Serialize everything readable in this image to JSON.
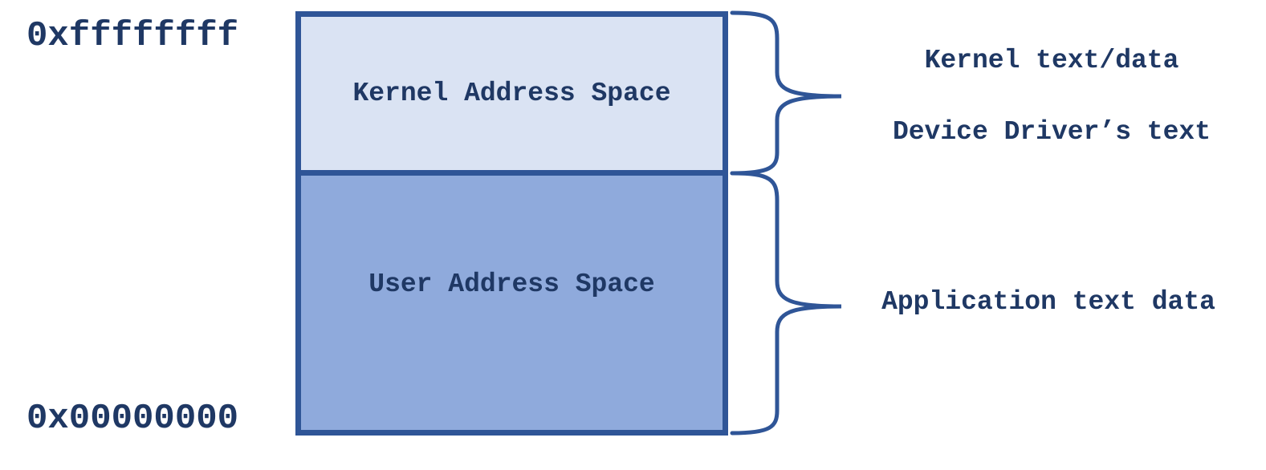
{
  "addresses": {
    "top": "0xffffffff",
    "bottom": "0x00000000"
  },
  "regions": {
    "kernel": "Kernel Address Space",
    "user": "User Address Space"
  },
  "descriptions": {
    "kernel_text": "Kernel text/data",
    "driver_text": "Device Driver’s text",
    "app_text": "Application text data"
  },
  "colors": {
    "border": "#2f5597",
    "kernel_fill": "#dae3f3",
    "user_fill": "#8faadc",
    "text": "#1f3864"
  },
  "icons": {
    "kernel_brace": "curly-brace-icon",
    "user_brace": "curly-brace-icon"
  }
}
